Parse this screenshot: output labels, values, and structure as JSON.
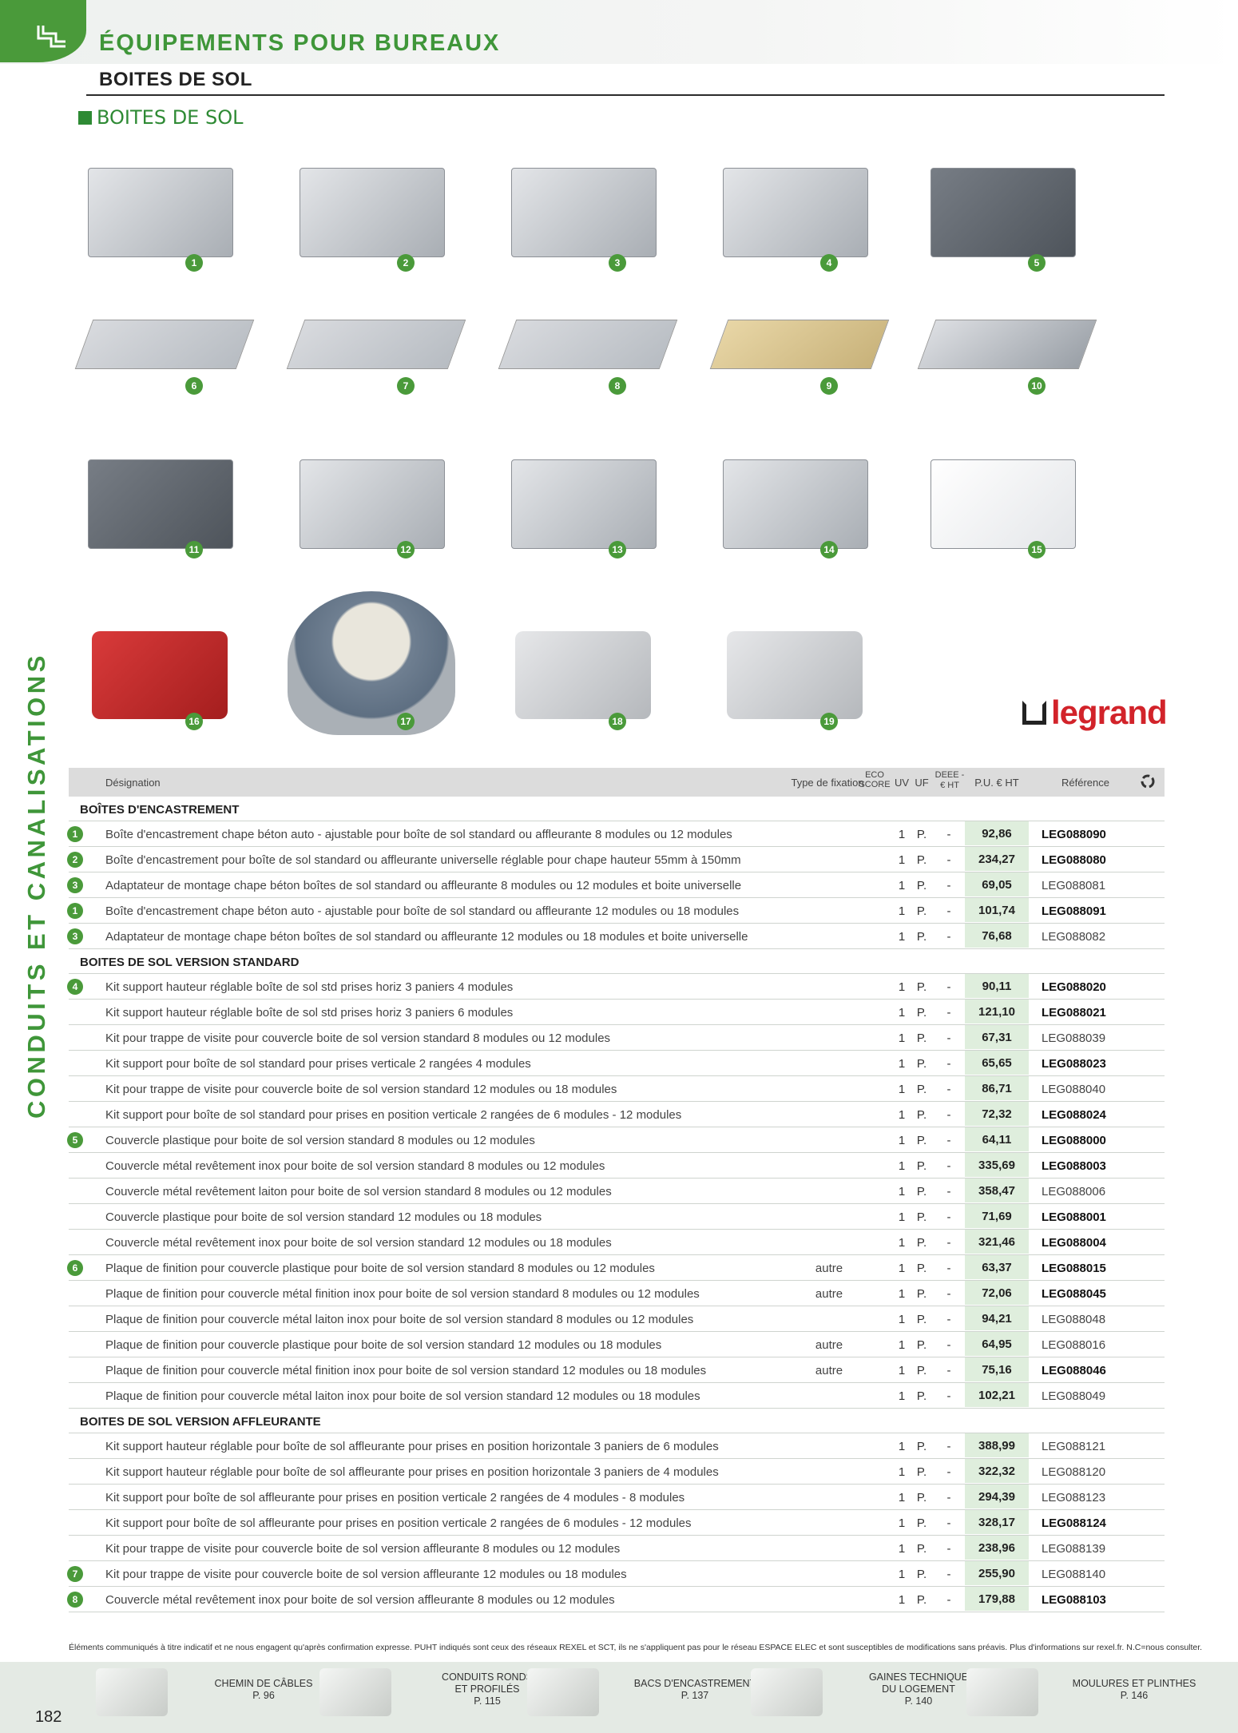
{
  "header": {
    "section_title": "ÉQUIPEMENTS POUR BUREAUX",
    "subtitle": "BOITES DE SOL",
    "group_title": "BOITES DE SOL",
    "icon": "cable-hand-icon"
  },
  "side_label": "CONDUITS ET CANALISATIONS",
  "brand": "legrand",
  "products": [
    {
      "num": "1"
    },
    {
      "num": "2"
    },
    {
      "num": "3"
    },
    {
      "num": "4"
    },
    {
      "num": "5"
    },
    {
      "num": "6"
    },
    {
      "num": "7"
    },
    {
      "num": "8"
    },
    {
      "num": "9"
    },
    {
      "num": "10"
    },
    {
      "num": "11"
    },
    {
      "num": "12"
    },
    {
      "num": "13"
    },
    {
      "num": "14"
    },
    {
      "num": "15"
    },
    {
      "num": "16"
    },
    {
      "num": "17"
    },
    {
      "num": "18"
    },
    {
      "num": "19"
    }
  ],
  "table_headers": {
    "designation": "Désignation",
    "fixation": "Type de fixation",
    "eco": "ECO SCORE",
    "uv": "UV",
    "uf": "UF",
    "deee": "DEEE - € HT",
    "price": "P.U. € HT",
    "reference": "Référence",
    "eco_icon": "recycle-icon"
  },
  "rows": [
    {
      "type": "section",
      "label": "BOÎTES D'ENCASTREMENT"
    },
    {
      "marker": "1",
      "designation": "Boîte d'encastrement chape béton auto - ajustable pour boîte de sol standard ou affleurante 8 modules ou 12 modules",
      "fixation": "",
      "uv": "1",
      "uf": "P.",
      "deee": "-",
      "price": "92,86",
      "ref": "LEG088090",
      "bold": true
    },
    {
      "marker": "2",
      "designation": "Boîte d'encastrement pour boîte de sol standard ou affleurante universelle réglable pour chape hauteur 55mm à 150mm",
      "fixation": "",
      "uv": "1",
      "uf": "P.",
      "deee": "-",
      "price": "234,27",
      "ref": "LEG088080",
      "bold": true
    },
    {
      "marker": "3",
      "designation": "Adaptateur de montage chape béton boîtes de sol standard ou affleurante 8 modules ou 12 modules et boite universelle",
      "fixation": "",
      "uv": "1",
      "uf": "P.",
      "deee": "-",
      "price": "69,05",
      "ref": "LEG088081",
      "bold": false
    },
    {
      "marker": "1",
      "designation": "Boîte d'encastrement chape béton auto - ajustable pour boîte de sol standard ou affleurante 12 modules ou 18 modules",
      "fixation": "",
      "uv": "1",
      "uf": "P.",
      "deee": "-",
      "price": "101,74",
      "ref": "LEG088091",
      "bold": true
    },
    {
      "marker": "3",
      "designation": "Adaptateur de montage chape béton boîtes de sol standard ou affleurante 12 modules ou 18 modules et boite universelle",
      "fixation": "",
      "uv": "1",
      "uf": "P.",
      "deee": "-",
      "price": "76,68",
      "ref": "LEG088082",
      "bold": false
    },
    {
      "type": "section",
      "label": "BOITES DE SOL VERSION STANDARD"
    },
    {
      "marker": "4",
      "designation": "Kit support hauteur réglable boîte de sol std prises horiz 3 paniers 4 modules",
      "fixation": "",
      "uv": "1",
      "uf": "P.",
      "deee": "-",
      "price": "90,11",
      "ref": "LEG088020",
      "bold": true
    },
    {
      "marker": "",
      "designation": "Kit support hauteur réglable boîte de sol std prises horiz 3 paniers 6 modules",
      "fixation": "",
      "uv": "1",
      "uf": "P.",
      "deee": "-",
      "price": "121,10",
      "ref": "LEG088021",
      "bold": true
    },
    {
      "marker": "",
      "designation": "Kit pour trappe de visite pour couvercle boite de sol version standard 8 modules ou 12 modules",
      "fixation": "",
      "uv": "1",
      "uf": "P.",
      "deee": "-",
      "price": "67,31",
      "ref": "LEG088039",
      "bold": false
    },
    {
      "marker": "",
      "designation": "Kit support pour boîte de sol standard pour prises verticale 2 rangées 4 modules",
      "fixation": "",
      "uv": "1",
      "uf": "P.",
      "deee": "-",
      "price": "65,65",
      "ref": "LEG088023",
      "bold": true
    },
    {
      "marker": "",
      "designation": "Kit pour trappe de visite pour couvercle boite de sol version standard 12 modules ou 18 modules",
      "fixation": "",
      "uv": "1",
      "uf": "P.",
      "deee": "-",
      "price": "86,71",
      "ref": "LEG088040",
      "bold": false
    },
    {
      "marker": "",
      "designation": "Kit support pour boîte de sol standard pour prises en position verticale 2 rangées de 6 modules - 12 modules",
      "fixation": "",
      "uv": "1",
      "uf": "P.",
      "deee": "-",
      "price": "72,32",
      "ref": "LEG088024",
      "bold": true
    },
    {
      "marker": "5",
      "designation": "Couvercle plastique pour boite de sol version standard 8 modules ou 12 modules",
      "fixation": "",
      "uv": "1",
      "uf": "P.",
      "deee": "-",
      "price": "64,11",
      "ref": "LEG088000",
      "bold": true
    },
    {
      "marker": "",
      "designation": "Couvercle métal revêtement inox pour boite de sol version standard 8 modules ou 12 modules",
      "fixation": "",
      "uv": "1",
      "uf": "P.",
      "deee": "-",
      "price": "335,69",
      "ref": "LEG088003",
      "bold": true
    },
    {
      "marker": "",
      "designation": "Couvercle métal revêtement laiton pour boite de sol version standard 8 modules ou 12 modules",
      "fixation": "",
      "uv": "1",
      "uf": "P.",
      "deee": "-",
      "price": "358,47",
      "ref": "LEG088006",
      "bold": false
    },
    {
      "marker": "",
      "designation": "Couvercle plastique pour boite de sol version standard 12 modules ou 18 modules",
      "fixation": "",
      "uv": "1",
      "uf": "P.",
      "deee": "-",
      "price": "71,69",
      "ref": "LEG088001",
      "bold": true
    },
    {
      "marker": "",
      "designation": "Couvercle métal revêtement inox pour boite de sol version standard 12 modules ou 18 modules",
      "fixation": "",
      "uv": "1",
      "uf": "P.",
      "deee": "-",
      "price": "321,46",
      "ref": "LEG088004",
      "bold": true
    },
    {
      "marker": "6",
      "designation": "Plaque de finition pour couvercle plastique pour boite de sol version standard 8 modules ou 12 modules",
      "fixation": "autre",
      "uv": "1",
      "uf": "P.",
      "deee": "-",
      "price": "63,37",
      "ref": "LEG088015",
      "bold": true
    },
    {
      "marker": "",
      "designation": "Plaque de finition pour couvercle métal finition inox pour boite de sol version standard 8 modules ou 12 modules",
      "fixation": "autre",
      "uv": "1",
      "uf": "P.",
      "deee": "-",
      "price": "72,06",
      "ref": "LEG088045",
      "bold": true
    },
    {
      "marker": "",
      "designation": "Plaque de finition pour couvercle métal laiton inox pour boite de sol version standard 8 modules ou 12 modules",
      "fixation": "",
      "uv": "1",
      "uf": "P.",
      "deee": "-",
      "price": "94,21",
      "ref": "LEG088048",
      "bold": false
    },
    {
      "marker": "",
      "designation": "Plaque de finition pour couvercle plastique pour boite de sol version standard 12 modules ou 18 modules",
      "fixation": "autre",
      "uv": "1",
      "uf": "P.",
      "deee": "-",
      "price": "64,95",
      "ref": "LEG088016",
      "bold": false
    },
    {
      "marker": "",
      "designation": "Plaque de finition pour couvercle métal finition inox pour boite de sol version standard 12 modules ou 18 modules",
      "fixation": "autre",
      "uv": "1",
      "uf": "P.",
      "deee": "-",
      "price": "75,16",
      "ref": "LEG088046",
      "bold": true
    },
    {
      "marker": "",
      "designation": "Plaque de finition pour couvercle métal laiton inox pour boite de sol version standard 12 modules ou 18 modules",
      "fixation": "",
      "uv": "1",
      "uf": "P.",
      "deee": "-",
      "price": "102,21",
      "ref": "LEG088049",
      "bold": false
    },
    {
      "type": "section",
      "label": "BOITES DE SOL VERSION AFFLEURANTE"
    },
    {
      "marker": "",
      "designation": "Kit support hauteur réglable pour boîte de sol affleurante pour prises en position horizontale 3 paniers de 6 modules",
      "fixation": "",
      "uv": "1",
      "uf": "P.",
      "deee": "-",
      "price": "388,99",
      "ref": "LEG088121",
      "bold": false
    },
    {
      "marker": "",
      "designation": "Kit support hauteur réglable pour boîte de sol affleurante pour prises en position horizontale 3 paniers de 4 modules",
      "fixation": "",
      "uv": "1",
      "uf": "P.",
      "deee": "-",
      "price": "322,32",
      "ref": "LEG088120",
      "bold": false
    },
    {
      "marker": "",
      "designation": "Kit support pour boîte de sol affleurante pour prises en position verticale 2 rangées de 4 modules - 8 modules",
      "fixation": "",
      "uv": "1",
      "uf": "P.",
      "deee": "-",
      "price": "294,39",
      "ref": "LEG088123",
      "bold": false
    },
    {
      "marker": "",
      "designation": "Kit support pour boîte de sol affleurante pour prises en position verticale 2 rangées de 6 modules - 12 modules",
      "fixation": "",
      "uv": "1",
      "uf": "P.",
      "deee": "-",
      "price": "328,17",
      "ref": "LEG088124",
      "bold": true
    },
    {
      "marker": "",
      "designation": "Kit pour trappe de visite pour couvercle boite de sol version affleurante 8 modules ou 12 modules",
      "fixation": "",
      "uv": "1",
      "uf": "P.",
      "deee": "-",
      "price": "238,96",
      "ref": "LEG088139",
      "bold": false
    },
    {
      "marker": "7",
      "designation": "Kit pour trappe de visite pour couvercle boite de sol version affleurante 12 modules ou 18 modules",
      "fixation": "",
      "uv": "1",
      "uf": "P.",
      "deee": "-",
      "price": "255,90",
      "ref": "LEG088140",
      "bold": false
    },
    {
      "marker": "8",
      "designation": "Couvercle métal revêtement inox pour boite de sol version affleurante 8 modules ou 12 modules",
      "fixation": "",
      "uv": "1",
      "uf": "P.",
      "deee": "-",
      "price": "179,88",
      "ref": "LEG088103",
      "bold": true
    }
  ],
  "footnote": "Éléments communiqués à titre indicatif et ne nous engagent qu'après confirmation expresse. PUHT indiqués sont ceux des réseaux REXEL et SCT, ils ne s'appliquent pas pour le réseau ESPACE ELEC et sont susceptibles de modifications sans préavis. Plus d'informations sur rexel.fr. N.C=nous consulter.",
  "page_number": "182",
  "footer_nav": [
    {
      "line1": "CHEMIN DE CÂBLES",
      "line2": "",
      "page": "P. 96"
    },
    {
      "line1": "CONDUITS RONDS",
      "line2": "ET PROFILÉS",
      "page": "P. 115"
    },
    {
      "line1": "BACS D'ENCASTREMENT",
      "line2": "",
      "page": "P. 137"
    },
    {
      "line1": "GAINES TECHNIQUE",
      "line2": "DU LOGEMENT",
      "page": "P. 140"
    },
    {
      "line1": "MOULURES ET PLINTHES",
      "line2": "",
      "page": "P. 146"
    }
  ],
  "colors": {
    "green": "#4a9a3a",
    "price_bg": "#dfeedd",
    "header_bg": "#dcdcdc",
    "legrand_red": "#d2232a"
  }
}
